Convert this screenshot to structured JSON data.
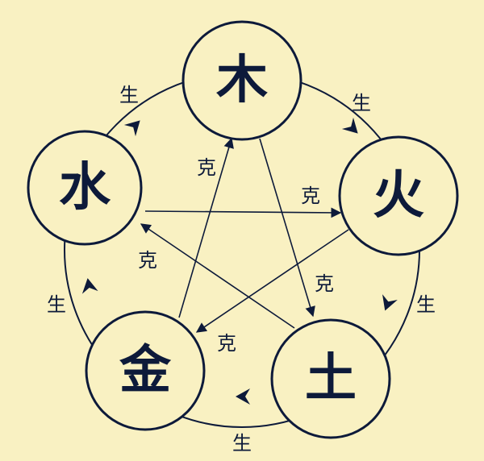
{
  "colors": {
    "background": "#f9f1c2",
    "ink": "#0d1a3a",
    "node_fill": "#f9f1c2"
  },
  "nodes": {
    "wood": "木",
    "fire": "火",
    "earth": "土",
    "metal": "金",
    "water": "水"
  },
  "relations": {
    "generate": "生",
    "overcome": "克"
  }
}
